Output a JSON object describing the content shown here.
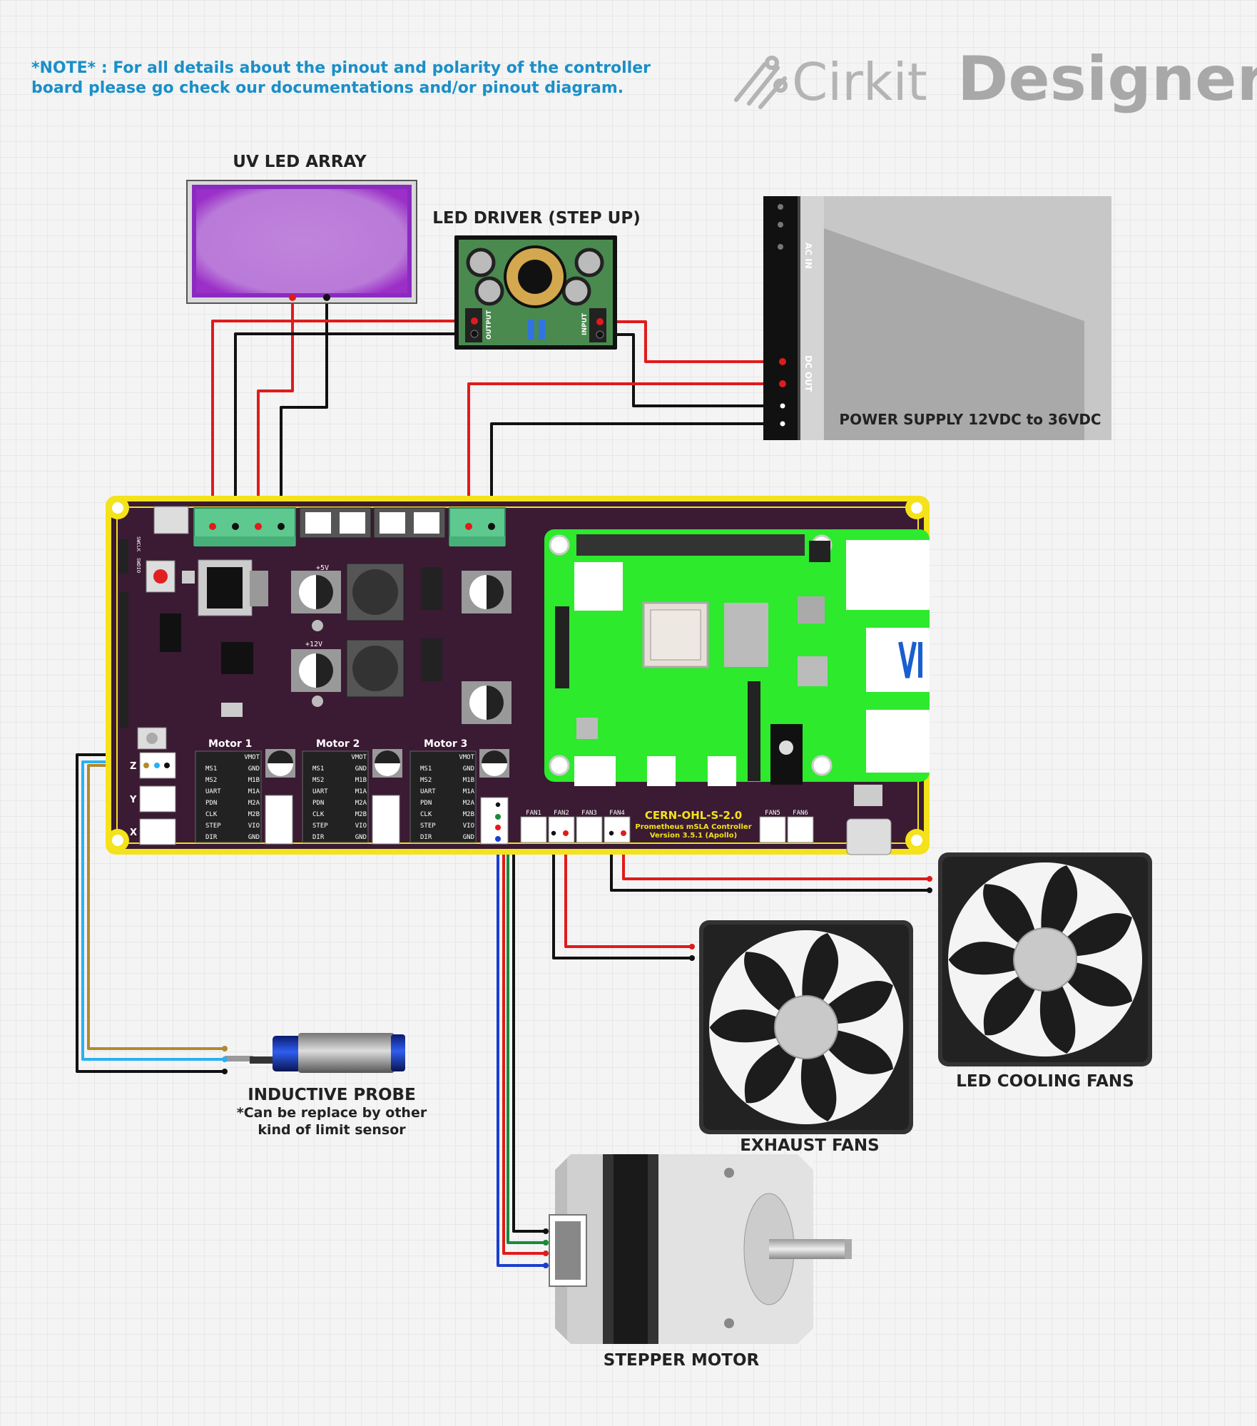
{
  "note": {
    "line1": "*NOTE* : For all details about the pinout and polarity of the controller",
    "line2": "board please go check our documentations and/or pinout diagram."
  },
  "brand": {
    "cirkit": "Cirkit",
    "designer": "Designer"
  },
  "components": {
    "uv_led": "UV LED ARRAY",
    "led_driver": "LED DRIVER (STEP UP)",
    "driver_output": "OUTPUT",
    "driver_input": "INPUT",
    "psu": "POWER SUPPLY 12VDC to 36VDC",
    "psu_ac": "AC IN",
    "psu_dc": "DC OUT",
    "probe": "INDUCTIVE PROBE",
    "probe_note1": "*Can be replace by other",
    "probe_note2": "kind of limit sensor",
    "exhaust": "EXHAUST FANS",
    "cooling": "LED COOLING FANS",
    "stepper": "STEPPER MOTOR"
  },
  "board": {
    "license": "CERN-OHL-S-2.0",
    "name": "Prometheus mSLA Controller",
    "version": "Version 3.5.1 (Apollo)",
    "rail5": "+5V",
    "rail12": "+12V",
    "swclk": "SWCLK",
    "swdio": "SWDIO",
    "motors": [
      "Motor 1",
      "Motor 2",
      "Motor 3"
    ],
    "pins_left": [
      "MS1",
      "MS2",
      "UART",
      "PDN",
      "CLK",
      "STEP",
      "DIR"
    ],
    "pins_right": [
      "VMOT",
      "GND",
      "M1B",
      "M1A",
      "M2A",
      "M2B",
      "VIO",
      "GND"
    ],
    "fans": [
      "FAN1",
      "FAN2",
      "FAN3",
      "FAN4",
      "FAN5",
      "FAN6"
    ],
    "axes": [
      "Z",
      "Y",
      "X"
    ]
  },
  "colors": {
    "wire_red": "#e01b1b",
    "wire_black": "#111111",
    "wire_blue": "#1a3fd0",
    "wire_green": "#1a8a3a",
    "wire_cyan": "#2bb0f0",
    "wire_gold": "#b08a30",
    "pcb_purple": "#3a1b33",
    "pcb_gold": "#f4e21b",
    "pi_green": "#2dea2d",
    "note_blue": "#1a8fc8"
  }
}
